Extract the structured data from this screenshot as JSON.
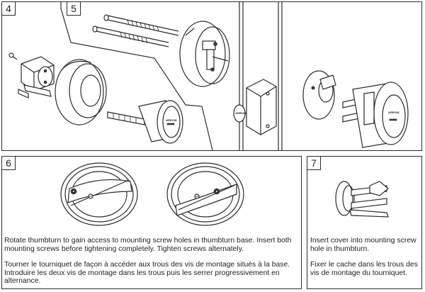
{
  "steps": {
    "s4": {
      "number": "4"
    },
    "s5": {
      "number": "5"
    },
    "s6": {
      "number": "6",
      "text_en": "Rotate thumbturn to gain access to mounting screw holes in thumbturn base. Insert both mounting screws before tightening completely. Tighten screws alternately.",
      "text_fr": "Tourner le tourniquet de façon à accéder aux trous des vis de montage situés à la base. Introduire les deux vis de montage dans les trous puis les serrer progressivement en alternance."
    },
    "s7": {
      "number": "7",
      "text_en": "Insert cover into mounting screw hole in thumbturn.",
      "text_fr": "Fixer le cache dans les trous des vis de montage du tourniquet."
    }
  },
  "brand_mark": "ARROW"
}
